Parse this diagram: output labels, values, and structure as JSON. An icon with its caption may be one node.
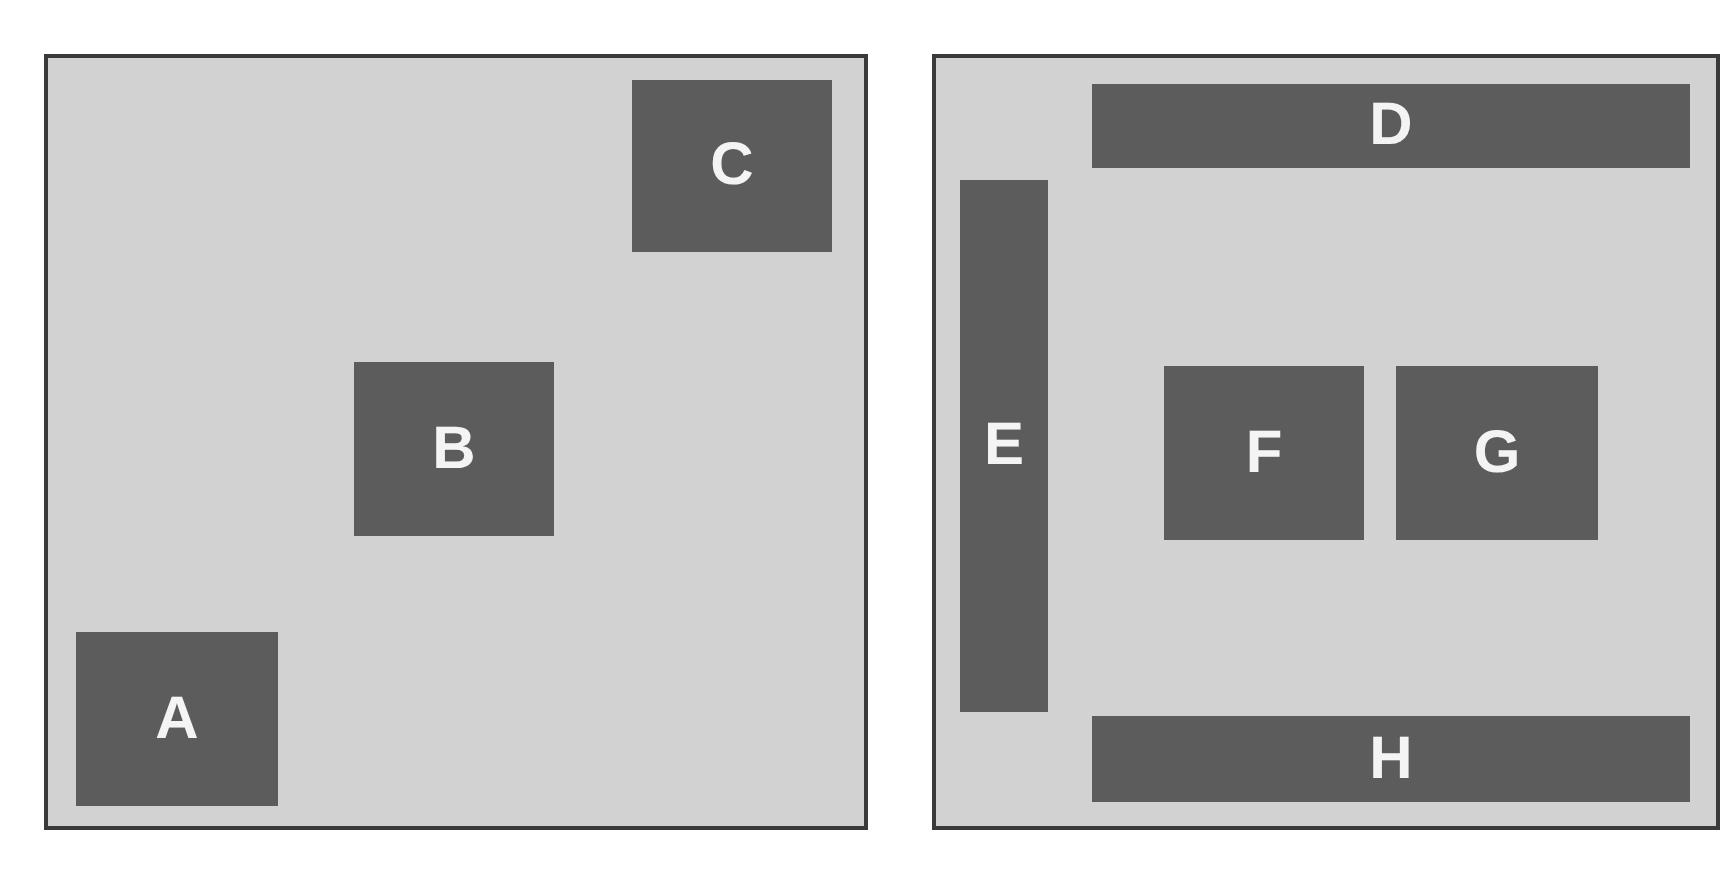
{
  "diagram": {
    "nodes": [
      {
        "text": [],
        "shape": "box"
      },
      {
        "text": [
          "C"
        ],
        "in": 0
      },
      {
        "text": [
          "B"
        ],
        "in": 0
      },
      {
        "text": [
          "A"
        ],
        "in": 0
      },
      {
        "text": [],
        "shape": "box"
      },
      {
        "text": [
          "D"
        ],
        "in": 4
      },
      {
        "text": [
          "E"
        ],
        "in": 4
      },
      {
        "text": [
          "F"
        ],
        "in": 4
      },
      {
        "text": [
          "G"
        ],
        "in": 4
      },
      {
        "text": [
          "H"
        ],
        "in": 4
      }
    ]
  }
}
